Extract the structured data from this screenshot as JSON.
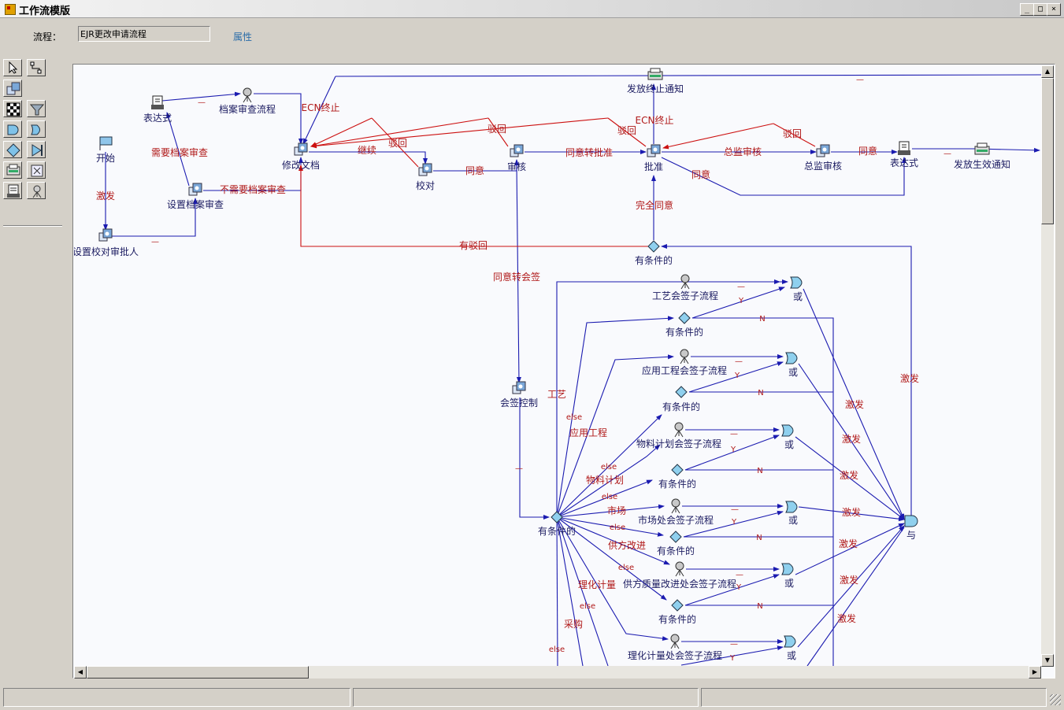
{
  "window": {
    "title": "工作流模版"
  },
  "header": {
    "flow_label": "流程：",
    "flow_value": "EJR更改申请流程",
    "properties_link": "属性"
  },
  "toolbox": {
    "tools": [
      "pointer-tool",
      "connector-tool",
      "activity-tool",
      "grid-tool",
      "filter-tool",
      "and-gate-tool",
      "or-gate-tool",
      "condition-tool",
      "end-tool",
      "notify-tool",
      "subprocess-tool",
      "expression-tool",
      "participant-tool"
    ]
  },
  "nodes": [
    {
      "id": "start",
      "label": "开始",
      "icon": "flag"
    },
    {
      "id": "set_proof",
      "label": "设置校对审批人",
      "icon": "activity"
    },
    {
      "id": "expr1",
      "label": "表达式",
      "icon": "expression"
    },
    {
      "id": "archive_flow",
      "label": "档案审查流程",
      "icon": "participant"
    },
    {
      "id": "set_archive",
      "label": "设置档案审查",
      "icon": "activity"
    },
    {
      "id": "modify_doc",
      "label": "修改文档",
      "icon": "activity"
    },
    {
      "id": "proof",
      "label": "校对",
      "icon": "activity"
    },
    {
      "id": "review",
      "label": "审核",
      "icon": "activity"
    },
    {
      "id": "release_stop",
      "label": "发放终止通知",
      "icon": "notify"
    },
    {
      "id": "approve",
      "label": "批准",
      "icon": "activity"
    },
    {
      "id": "chief_review",
      "label": "总监审核",
      "icon": "activity"
    },
    {
      "id": "expr2",
      "label": "表达式",
      "icon": "expression"
    },
    {
      "id": "release_effect",
      "label": "发放生效通知",
      "icon": "notify"
    },
    {
      "id": "cond_top",
      "label": "有条件的",
      "icon": "condition"
    },
    {
      "id": "countersign",
      "label": "会签控制",
      "icon": "activity"
    },
    {
      "id": "cond_main",
      "label": "有条件的",
      "icon": "condition"
    },
    {
      "id": "sub1",
      "label": "工艺会签子流程",
      "icon": "participant"
    },
    {
      "id": "c1",
      "label": "有条件的",
      "icon": "condition"
    },
    {
      "id": "or1",
      "label": "或",
      "icon": "or"
    },
    {
      "id": "sub2",
      "label": "应用工程会签子流程",
      "icon": "participant"
    },
    {
      "id": "c2",
      "label": "有条件的",
      "icon": "condition"
    },
    {
      "id": "or2",
      "label": "或",
      "icon": "or"
    },
    {
      "id": "sub3",
      "label": "物料计划会签子流程",
      "icon": "participant"
    },
    {
      "id": "c3",
      "label": "有条件的",
      "icon": "condition"
    },
    {
      "id": "or3",
      "label": "或",
      "icon": "or"
    },
    {
      "id": "sub4",
      "label": "市场处会签子流程",
      "icon": "participant"
    },
    {
      "id": "c4",
      "label": "有条件的",
      "icon": "condition"
    },
    {
      "id": "or4",
      "label": "或",
      "icon": "or"
    },
    {
      "id": "sub5",
      "label": "供方质量改进处会签子流程",
      "icon": "participant"
    },
    {
      "id": "c5",
      "label": "有条件的",
      "icon": "condition"
    },
    {
      "id": "or5",
      "label": "或",
      "icon": "or"
    },
    {
      "id": "sub6",
      "label": "理化计量处会签子流程",
      "icon": "participant"
    },
    {
      "id": "or6",
      "label": "或",
      "icon": "or"
    },
    {
      "id": "and1",
      "label": "与",
      "icon": "and"
    }
  ],
  "edge_labels": {
    "fire": "激发",
    "need_archive": "需要档案审查",
    "no_archive": "不需要档案审查",
    "ecn_stop": "ECN终止",
    "continue": "继续",
    "reject": "驳回",
    "agree": "同意",
    "agree_to_approve": "同意转批准",
    "chief": "总监审核",
    "full_agree": "完全同意",
    "has_reject": "有驳回",
    "agree_to_countersign": "同意转会签",
    "craft": "工艺",
    "app_eng": "应用工程",
    "mat_plan": "物料计划",
    "market": "市场",
    "supplier": "供方改进",
    "metrology": "理化计量",
    "purchase": "采购",
    "else": "else",
    "dash": "—",
    "y": "Y",
    "n": "N"
  },
  "colors": {
    "flow": "#1b1bb0",
    "reject": "#cc1010",
    "label": "#b01818",
    "canvas": "#f9fafd",
    "chrome": "#d4d0c8"
  }
}
